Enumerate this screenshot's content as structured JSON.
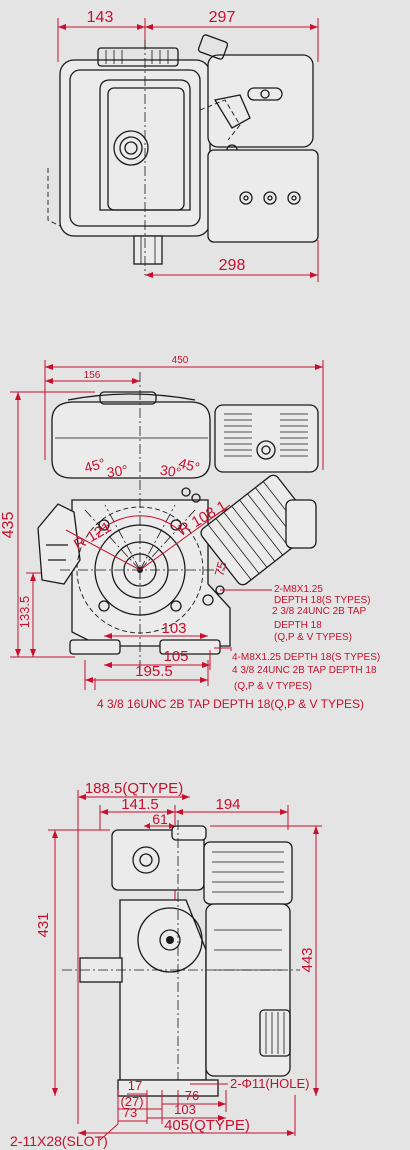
{
  "top_view": {
    "dims": [
      "143",
      "297",
      "298"
    ]
  },
  "side_view": {
    "dims": [
      "450",
      "156",
      "435",
      "133.5",
      "103",
      "105",
      "195.5"
    ],
    "angles": [
      "45°",
      "30°",
      "30°",
      "45°"
    ],
    "radii": [
      "R 121",
      "R 108.1",
      "75"
    ],
    "note1": [
      "2-M8X1.25",
      "DEPTH 18(S TYPES)",
      "2 3/8 24UNC 2B TAP",
      "DEPTH 18",
      "(Q,P & V TYPES)"
    ],
    "note2": [
      "4-M8X1.25 DEPTH 18(S TYPES)",
      "4 3/8 24UNC 2B TAP DEPTH 18",
      "(Q,P & V TYPES)"
    ],
    "note3": "4  3/8 16UNC 2B TAP DEPTH 18(Q,P & V TYPES)"
  },
  "front_view": {
    "dims": [
      "188.5(QTYPE)",
      "141.5",
      "61",
      "194",
      "431",
      "443",
      "17",
      "(27)",
      "76",
      "73",
      "103",
      "405(QTYPE)"
    ],
    "labels": [
      "2-Φ11(HOLE)",
      "2-11X28(SLOT)"
    ]
  }
}
